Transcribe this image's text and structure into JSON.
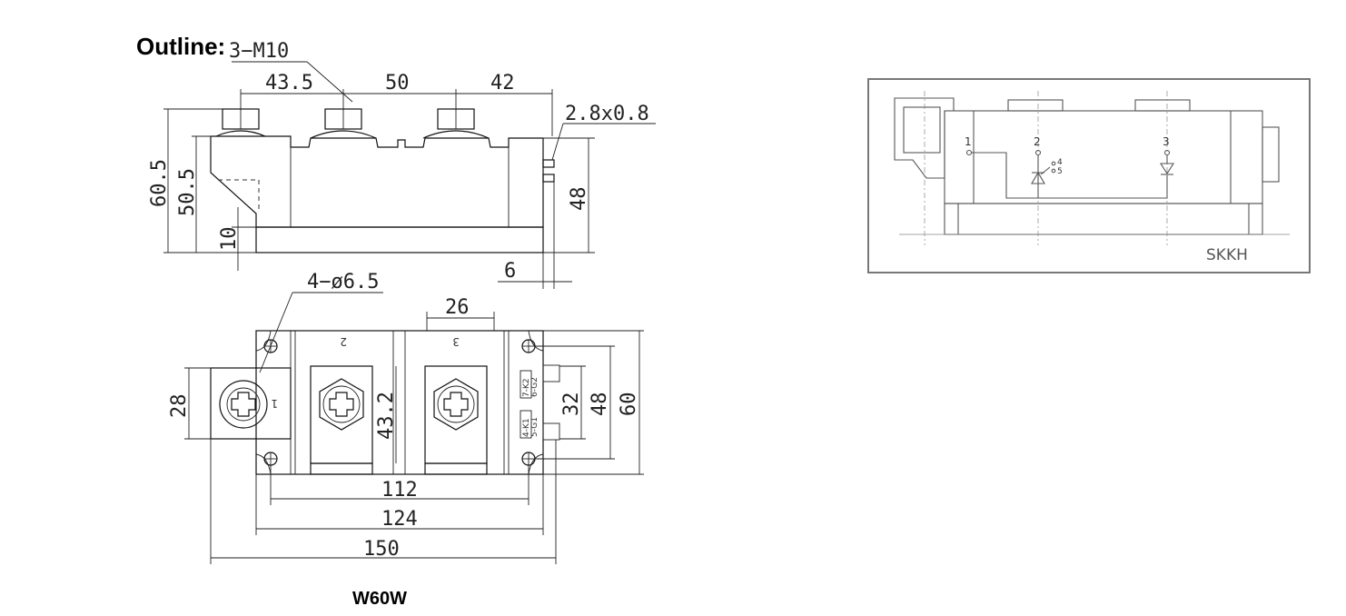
{
  "heading": "Outline:",
  "caption": "W60W",
  "side_view": {
    "thread_label": "3−M10",
    "dim_43_5": "43.5",
    "dim_50_top": "50",
    "dim_42": "42",
    "pin_size": "2.8x0.8",
    "dim_60_5": "60.5",
    "dim_50_5": "50.5",
    "dim_10": "10",
    "dim_48": "48",
    "dim_6": "6"
  },
  "top_view": {
    "hole_label": "4−ø6.5",
    "dim_26": "26",
    "dim_28": "28",
    "dim_43_2": "43.2",
    "dim_32": "32",
    "dim_48": "48",
    "dim_60": "60",
    "dim_112": "112",
    "dim_124": "124",
    "dim_150": "150",
    "term_1": "1",
    "term_2": "2",
    "term_3": "3",
    "pin_k2": "7-K2",
    "pin_g2": "6-G2",
    "pin_k1": "4-K1",
    "pin_g1": "5-G1"
  },
  "schematic": {
    "pin1": "1",
    "pin2": "2",
    "pin3": "3",
    "pin4": "4",
    "pin5": "5",
    "model": "SKKH"
  }
}
